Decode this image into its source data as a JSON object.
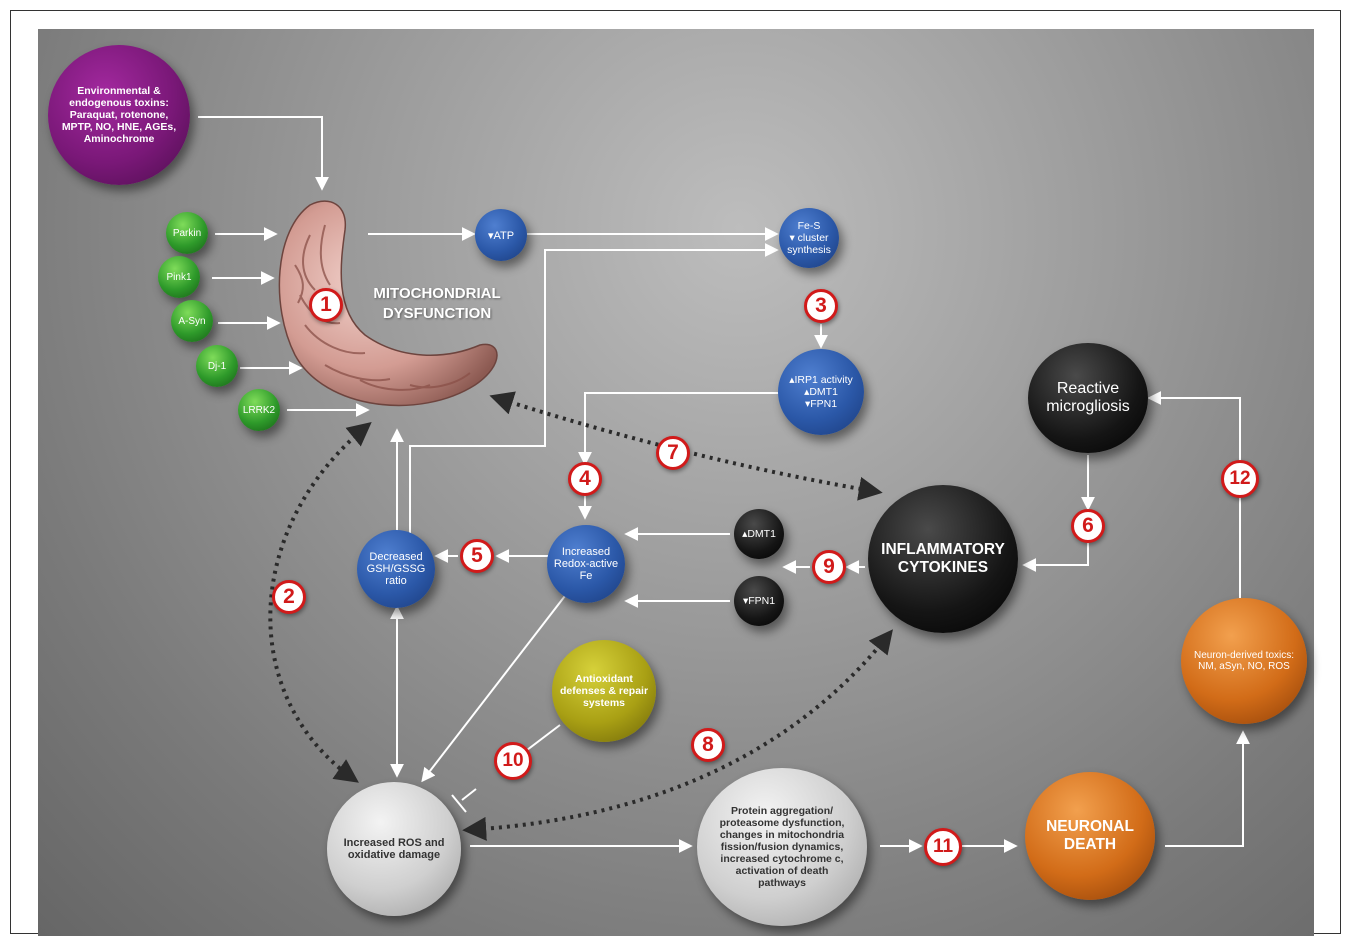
{
  "nodes": {
    "toxins": "Environmental &\nendogenous toxins:\nParaquat, rotenone,\nMPTP, NO, HNE, AGEs,\nAminochrome",
    "parkin": "Parkin",
    "pink1": "Pink1",
    "asyn": "A-Syn",
    "dj1": "Dj-1",
    "lrrk2": "LRRK2",
    "mito_label": "MITOCHONDRIAL\nDYSFUNCTION",
    "atp": "▾ATP",
    "fes": "Fe-S\n▾ cluster\nsynthesis",
    "irp1": "▴IRP1 activity\n▴DMT1\n▾FPN1",
    "reactive": "Reactive\nmicrogliosis",
    "cytokines": "INFLAMMATORY\nCYTOKINES",
    "dmt1": "▴DMT1",
    "fpn1": "▾FPN1",
    "redox_fe": "Increased\nRedox-active\nFe",
    "gsh": "Decreased\nGSH/GSSG\nratio",
    "antiox": "Antioxidant\ndefenses & repair\nsystems",
    "ros": "Increased ROS and\noxidative damage",
    "protein": "Protein aggregation/\nproteasome dysfunction,\nchanges in mitochondria\nfission/fusion dynamics,\nincreased cytochrome c,\nactivation of death\npathways",
    "death": "NEURONAL\nDEATH",
    "neuron_toxics": "Neuron-derived toxics:\nNM, aSyn, NO, ROS"
  },
  "badges": [
    "1",
    "2",
    "3",
    "4",
    "5",
    "6",
    "7",
    "8",
    "9",
    "10",
    "11",
    "12"
  ],
  "colors": {
    "badge_border": "#d11a1a",
    "blue": "#2b58a8",
    "green": "#2e9a2a",
    "purple": "#7a1878",
    "orange": "#d26c18",
    "yellow": "#a9a014"
  }
}
